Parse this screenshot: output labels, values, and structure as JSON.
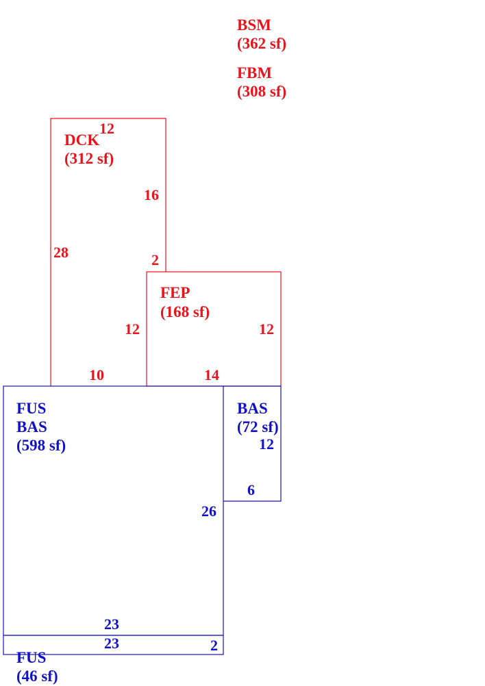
{
  "colors": {
    "red": "#e8131b",
    "blue": "#1111c8"
  },
  "areas": {
    "bsm": {
      "code": "BSM",
      "size": "(362 sf)"
    },
    "fbm": {
      "code": "FBM",
      "size": "(308 sf)"
    },
    "dck": {
      "code": "DCK",
      "size": "(312 sf)"
    },
    "fep": {
      "code": "FEP",
      "size": "(168 sf)"
    },
    "fus_bas": {
      "code1": "FUS",
      "code2": "BAS",
      "size": "(598 sf)"
    },
    "bas": {
      "code": "BAS",
      "size": "(72 sf)"
    },
    "fus": {
      "code": "FUS",
      "size": "(46 sf)"
    }
  },
  "dimensions": {
    "dck_top": "12",
    "dck_right": "16",
    "dck_left": "28",
    "dck_step": "2",
    "dck_bottom": "10",
    "fep_left": "12",
    "fep_right": "12",
    "fep_bottom": "14",
    "bas_right": "12",
    "bas_bottom": "6",
    "main_right": "26",
    "main_bottom": "23",
    "fus_top": "23",
    "fus_right": "2"
  }
}
